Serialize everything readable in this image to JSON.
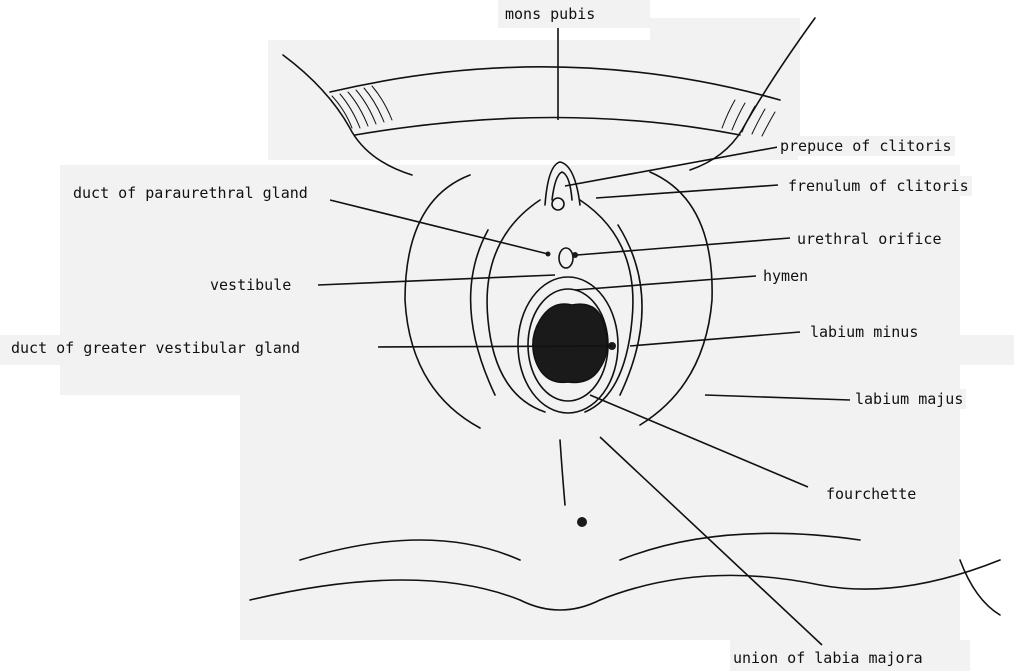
{
  "diagram": {
    "labels": {
      "mons_pubis": "mons pubis",
      "prepuce_of_clitoris": "prepuce of clitoris",
      "duct_of_paraurethral_gland": "duct of paraurethral gland",
      "frenulum_of_clitoris": "frenulum of clitoris",
      "urethral_orifice": "urethral orifice",
      "vestibule": "vestibule",
      "hymen": "hymen",
      "duct_of_greater_vestibular_gland": "duct of greater vestibular gland",
      "labium_minus": "labium minus",
      "labium_majus": "labium majus",
      "fourchette": "fourchette",
      "union_of_labia_majora": "union of labia majora"
    },
    "colors": {
      "ink": "#111111",
      "label_background": "#f2f2f2",
      "orifice_fill": "#1a1a1a"
    }
  }
}
